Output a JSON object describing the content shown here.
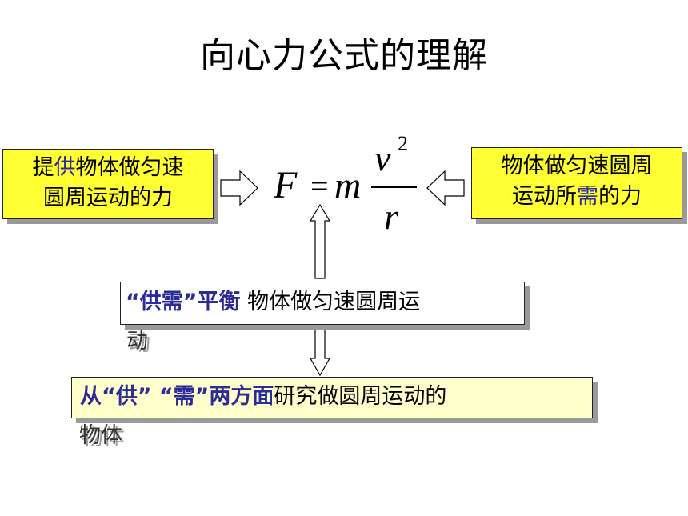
{
  "slide": {
    "title": "向心力公式的理解"
  },
  "left_box": {
    "line1_a": "提",
    "line1_b": "供",
    "line1_c": "物体做匀速",
    "line2": "圆周运动的力"
  },
  "right_box": {
    "line1": "物体做匀速圆周",
    "line2_a": "运动所",
    "line2_b": "需",
    "line2_c": "的力"
  },
  "formula": {
    "F": "F",
    "eq": "=",
    "m": "m",
    "v": "v",
    "exp": "2",
    "r": "r"
  },
  "mid_box": {
    "label": "“供需”平衡",
    "text": " 物体做匀速圆周运",
    "overflow": "动"
  },
  "bottom_box": {
    "label": "从“供” “需”两方面",
    "text": "研究做圆周运动的",
    "overflow": "物体"
  },
  "colors": {
    "box_yellow": "#ffff33",
    "box_pale": "#ffffcc",
    "accent_blue": "#2b2b9a"
  }
}
